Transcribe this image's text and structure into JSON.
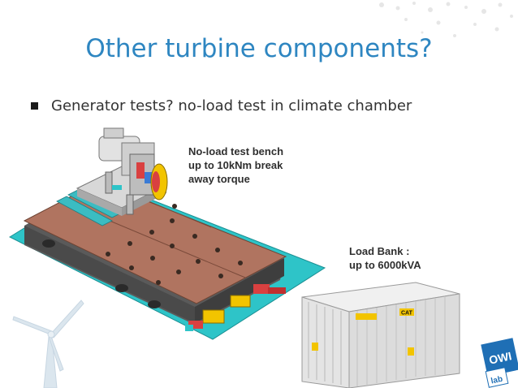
{
  "slide": {
    "title": "Other turbine components?",
    "bullet": "Generator tests? no-load test in climate chamber",
    "bench_label_lines": [
      "No-load test bench",
      "up to 10kNm break",
      "away torque"
    ],
    "loadbank_label_lines": [
      "Load Bank :",
      "up to 6000kVA"
    ],
    "logo_text": "OWI",
    "logo_sub": "lab",
    "colors": {
      "title": "#2e86c1",
      "plate": "#b07460",
      "base": "#2ec4c8",
      "accent": "#f2c400"
    }
  }
}
